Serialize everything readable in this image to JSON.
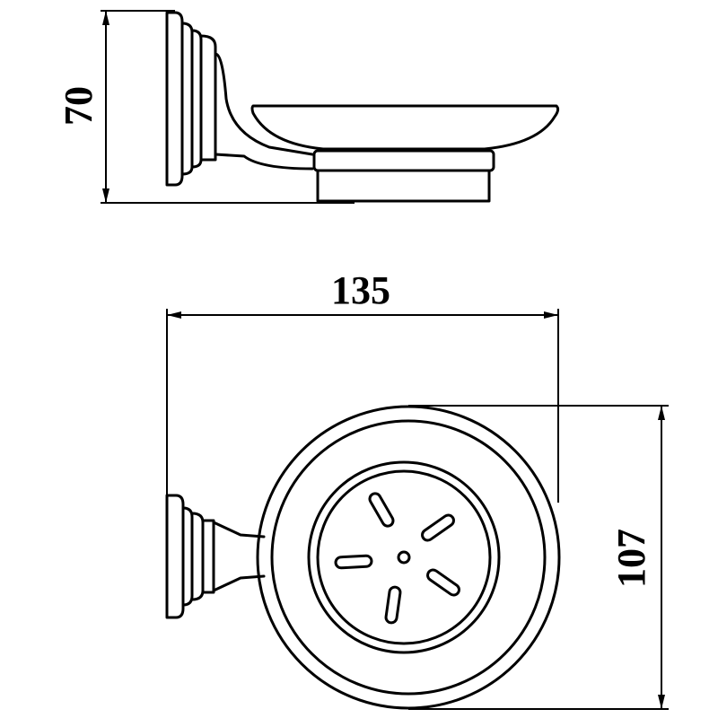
{
  "dimensions": {
    "height": "70",
    "width": "135",
    "diameter": "107"
  }
}
